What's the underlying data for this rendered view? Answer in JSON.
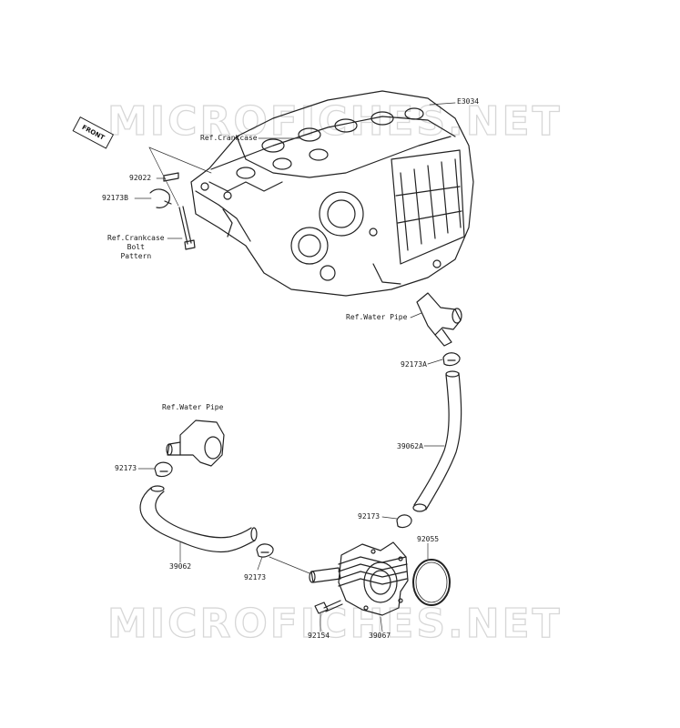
{
  "diagram_code": "E3034",
  "watermark_text": "MICROFICHES.NET",
  "front_badge": "FRONT",
  "callouts": {
    "ref_crankcase": "Ref.Crankcase",
    "p92022": "92022",
    "p92173B": "92173B",
    "ref_crankcase_bolt": "Ref.Crankcase\nBolt\nPattern",
    "ref_water_pipe_top": "Ref.Water Pipe",
    "p92173A": "92173A",
    "p39062A": "39062A",
    "ref_water_pipe_left": "Ref.Water Pipe",
    "p92173_left": "92173",
    "p92173_mid": "92173",
    "p92173_bottom": "92173",
    "p92055": "92055",
    "p39062": "39062",
    "p92154": "92154",
    "p39067": "39067"
  },
  "colors": {
    "line": "#222222",
    "watermark_stroke": "#d7d7d7"
  }
}
